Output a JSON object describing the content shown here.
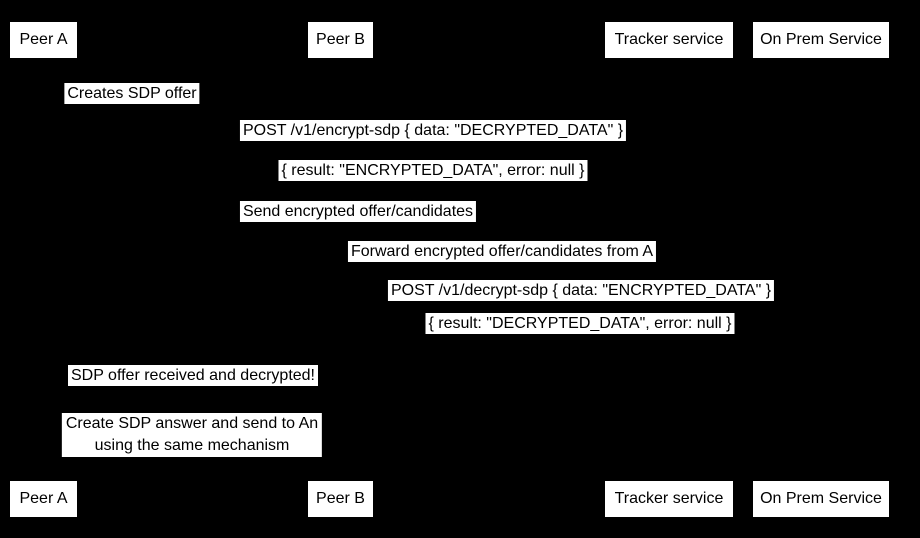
{
  "colors": {
    "background": "#000000",
    "label_fill": "#ffffff",
    "label_text": "#000000",
    "lifeline": "#000000"
  },
  "actors": [
    {
      "label": "Peer A"
    },
    {
      "label": "Peer B"
    },
    {
      "label": "Tracker service"
    },
    {
      "label": "On Prem Service"
    }
  ],
  "messages": [
    {
      "text": "Creates SDP offer"
    },
    {
      "text": "POST /v1/encrypt-sdp { data: \"DECRYPTED_DATA\" }"
    },
    {
      "text": "{ result: \"ENCRYPTED_DATA\", error: null }"
    },
    {
      "text": "Send encrypted offer/candidates"
    },
    {
      "text": "Forward encrypted offer/candidates from A"
    },
    {
      "text": "POST /v1/decrypt-sdp { data: \"ENCRYPTED_DATA\" }"
    },
    {
      "text": "{ result: \"DECRYPTED_DATA\", error: null }"
    },
    {
      "text": "SDP offer received and decrypted!"
    },
    {
      "lines": [
        "Create SDP answer and send to An",
        "using the same mechanism"
      ]
    }
  ]
}
